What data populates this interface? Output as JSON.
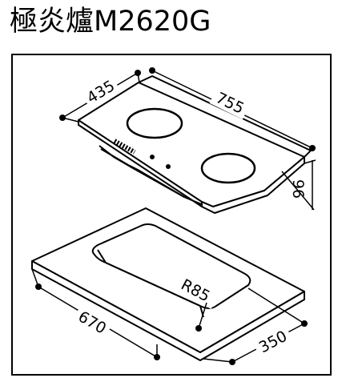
{
  "title": "極炎爐M2620G",
  "dimensions": {
    "cooktop_depth": "435",
    "cooktop_width": "755",
    "cooktop_height": "96",
    "cutout_width": "670",
    "cutout_depth": "350",
    "cutout_radius": "R85"
  },
  "colors": {
    "line": "#000000",
    "fill": "#ffffff",
    "background": "#ffffff"
  }
}
